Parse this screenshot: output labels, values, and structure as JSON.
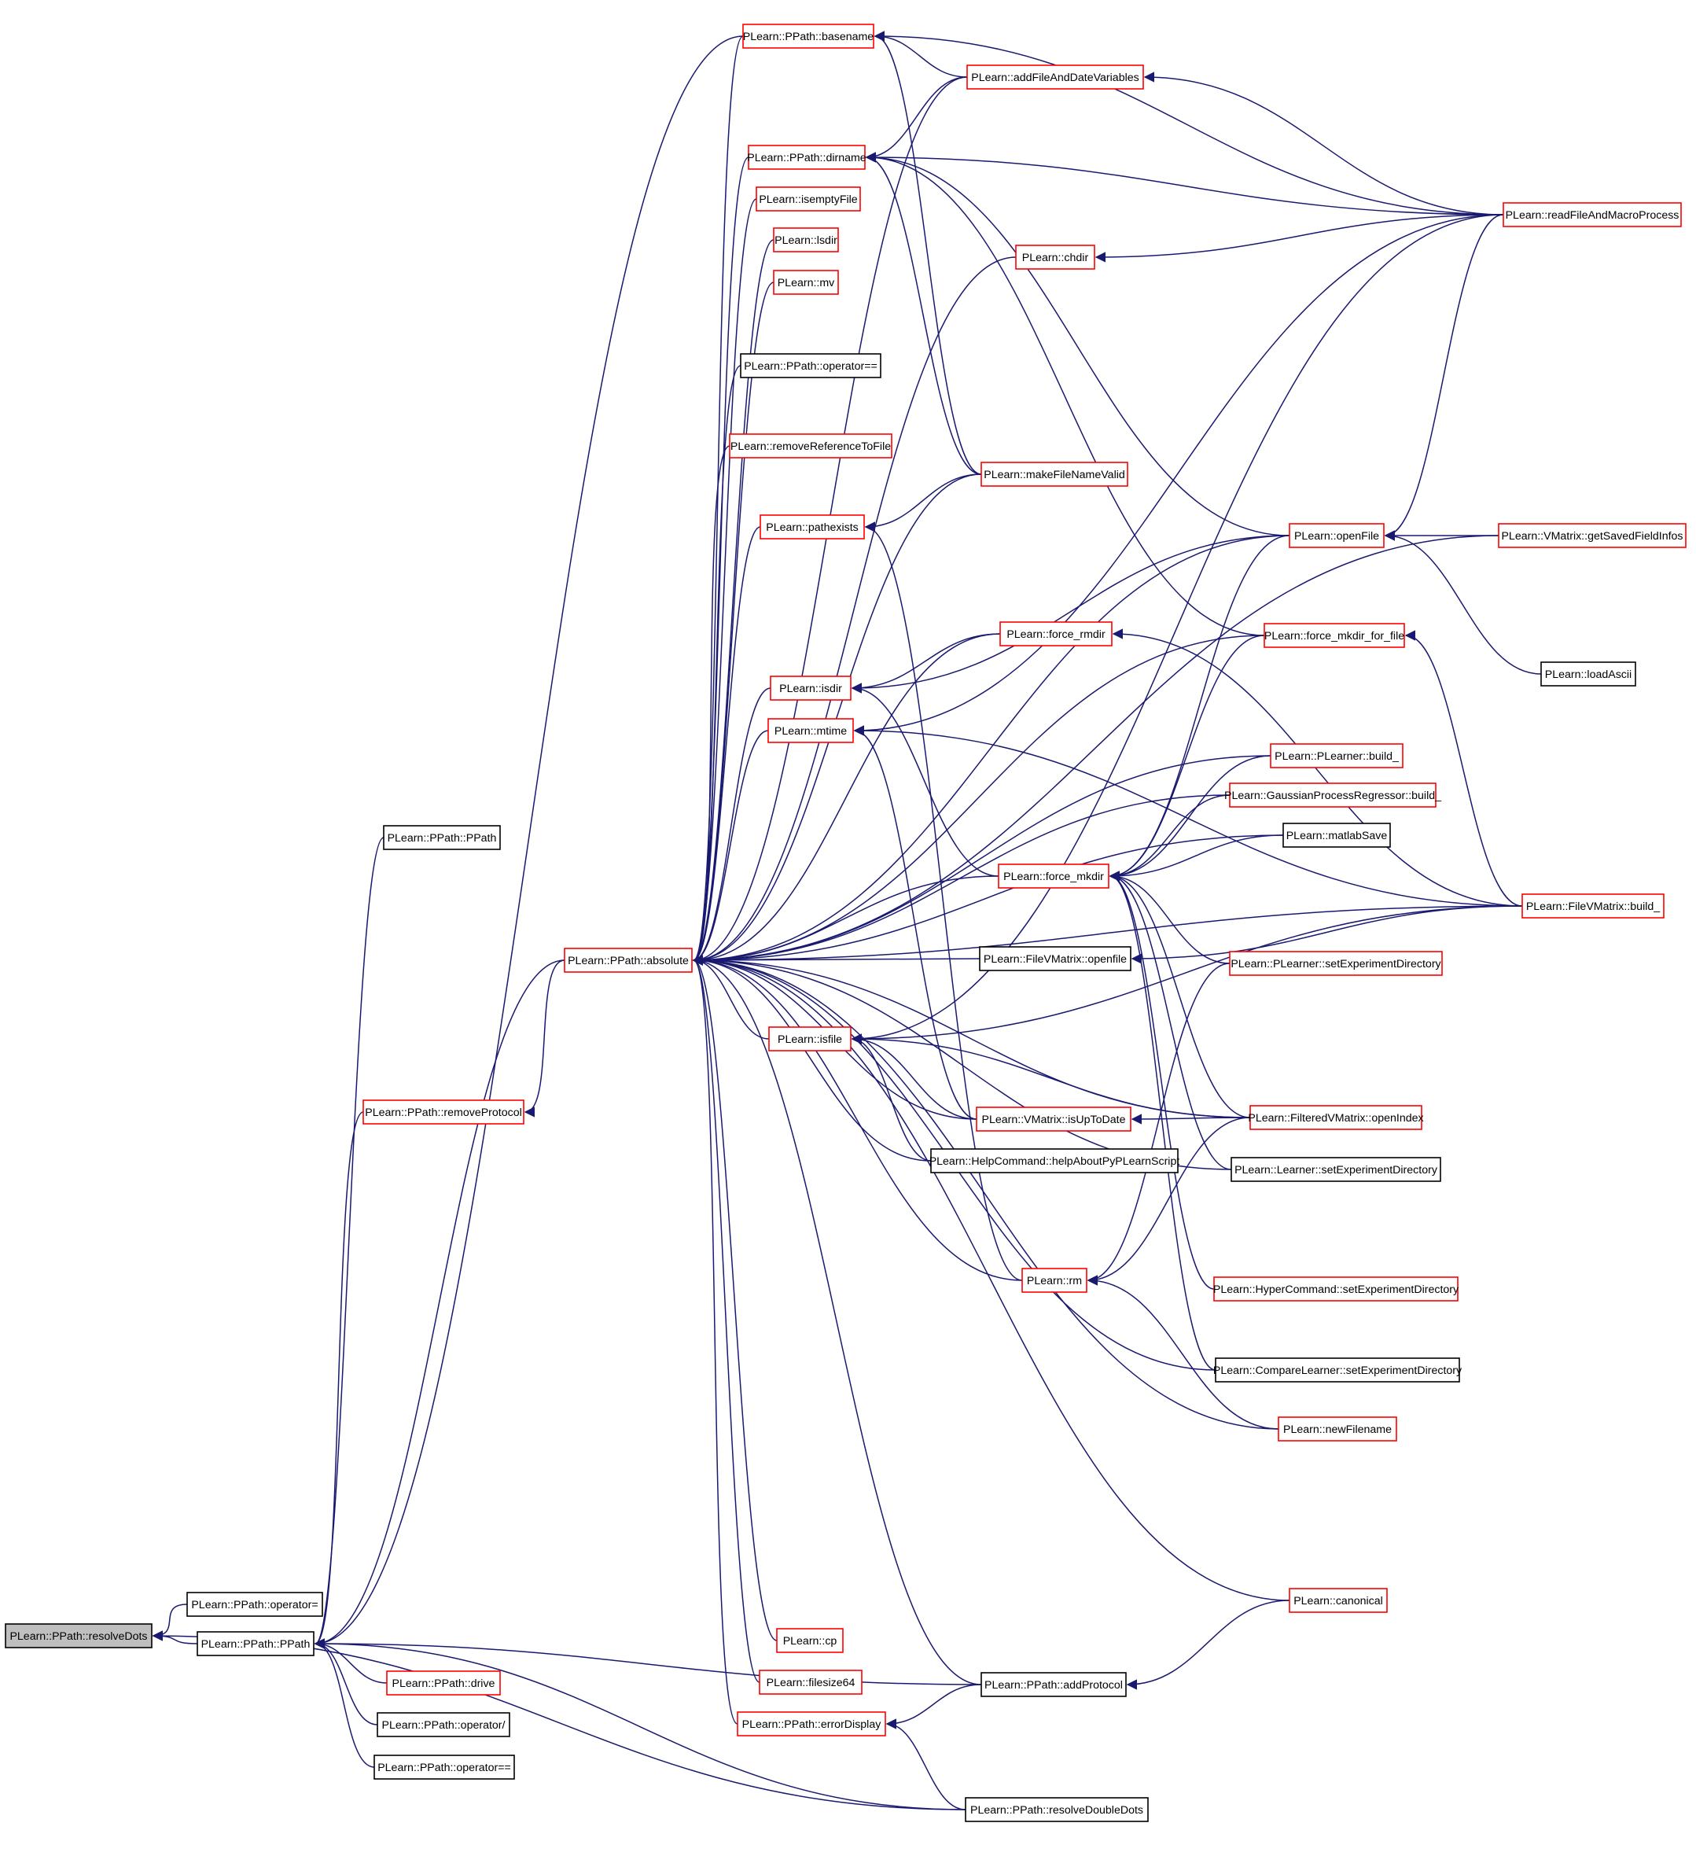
{
  "colors": {
    "edge": "#191970",
    "border_red": "#ff0000",
    "border_black": "#000000",
    "root_fill": "#bfbfbf"
  },
  "nodes": {
    "resolveDots": {
      "label": "PLearn::PPath::resolveDots",
      "border": "black",
      "root": true
    },
    "operatorEq": {
      "label": "PLearn::PPath::operator=",
      "border": "black"
    },
    "PPath_PPath_main": {
      "label": "PLearn::PPath::PPath",
      "border": "black"
    },
    "PPath_PPath_upper": {
      "label": "PLearn::PPath::PPath",
      "border": "black"
    },
    "drive": {
      "label": "PLearn::PPath::drive",
      "border": "red"
    },
    "operatorSlash": {
      "label": "PLearn::PPath::operator/",
      "border": "black"
    },
    "operatorEqEq_low": {
      "label": "PLearn::PPath::operator==",
      "border": "black"
    },
    "resolveDoubleDots": {
      "label": "PLearn::PPath::resolveDoubleDots",
      "border": "black"
    },
    "removeProtocol": {
      "label": "PLearn::PPath::removeProtocol",
      "border": "red"
    },
    "absolute": {
      "label": "PLearn::PPath::absolute",
      "border": "red"
    },
    "basename": {
      "label": "PLearn::PPath::basename",
      "border": "red"
    },
    "dirname": {
      "label": "PLearn::PPath::dirname",
      "border": "red"
    },
    "isemptyFile": {
      "label": "PLearn::isemptyFile",
      "border": "red"
    },
    "lsdir": {
      "label": "PLearn::lsdir",
      "border": "red"
    },
    "mv": {
      "label": "PLearn::mv",
      "border": "red"
    },
    "operatorEqEq_top": {
      "label": "PLearn::PPath::operator==",
      "border": "black"
    },
    "removeReferenceToFile": {
      "label": "PLearn::removeReferenceToFile",
      "border": "red"
    },
    "pathexists": {
      "label": "PLearn::pathexists",
      "border": "red"
    },
    "isdir": {
      "label": "PLearn::isdir",
      "border": "red"
    },
    "mtime": {
      "label": "PLearn::mtime",
      "border": "red"
    },
    "isfile": {
      "label": "PLearn::isfile",
      "border": "red"
    },
    "cp": {
      "label": "PLearn::cp",
      "border": "red"
    },
    "filesize64": {
      "label": "PLearn::filesize64",
      "border": "red"
    },
    "errorDisplay": {
      "label": "PLearn::PPath::errorDisplay",
      "border": "red"
    },
    "addFileAndDateVariables": {
      "label": "PLearn::addFileAndDateVariables",
      "border": "red"
    },
    "chdir": {
      "label": "PLearn::chdir",
      "border": "red"
    },
    "makeFileNameValid": {
      "label": "PLearn::makeFileNameValid",
      "border": "red"
    },
    "force_rmdir": {
      "label": "PLearn::force_rmdir",
      "border": "red"
    },
    "force_mkdir": {
      "label": "PLearn::force_mkdir",
      "border": "red"
    },
    "FileVMatrix_openfile": {
      "label": "PLearn::FileVMatrix::openfile",
      "border": "black"
    },
    "isUpToDate": {
      "label": "PLearn::VMatrix::isUpToDate",
      "border": "red"
    },
    "helpAboutPyPLearnScript": {
      "label": "PLearn::HelpCommand::helpAboutPyPLearnScript",
      "border": "black"
    },
    "rm": {
      "label": "PLearn::rm",
      "border": "red"
    },
    "addProtocol": {
      "label": "PLearn::PPath::addProtocol",
      "border": "black"
    },
    "openFile": {
      "label": "PLearn::openFile",
      "border": "red"
    },
    "force_mkdir_for_file": {
      "label": "PLearn::force_mkdir_for_file",
      "border": "red"
    },
    "PLearner_build_": {
      "label": "PLearn::PLearner::build_",
      "border": "red"
    },
    "GaussianProcessRegressor_build_": {
      "label": "PLearn::GaussianProcessRegressor::build_",
      "border": "red"
    },
    "matlabSave": {
      "label": "PLearn::matlabSave",
      "border": "black"
    },
    "PLearner_setExperimentDirectory": {
      "label": "PLearn::PLearner::setExperimentDirectory",
      "border": "red"
    },
    "FilteredVMatrix_openIndex": {
      "label": "PLearn::FilteredVMatrix::openIndex",
      "border": "red"
    },
    "Learner_setExperimentDirectory": {
      "label": "PLearn::Learner::setExperimentDirectory",
      "border": "black"
    },
    "HyperCommand_setExperimentDirectory": {
      "label": "PLearn::HyperCommand::setExperimentDirectory",
      "border": "red"
    },
    "CompareLearner_setExperimentDirectory": {
      "label": "PLearn::CompareLearner::setExperimentDirectory",
      "border": "black"
    },
    "newFilename": {
      "label": "PLearn::newFilename",
      "border": "red"
    },
    "canonical": {
      "label": "PLearn::canonical",
      "border": "red"
    },
    "readFileAndMacroProcess": {
      "label": "PLearn::readFileAndMacroProcess",
      "border": "red"
    },
    "getSavedFieldInfos": {
      "label": "PLearn::VMatrix::getSavedFieldInfos",
      "border": "red"
    },
    "loadAscii": {
      "label": "PLearn::loadAscii",
      "border": "black"
    },
    "FileVMatrix_build_": {
      "label": "PLearn::FileVMatrix::build_",
      "border": "red"
    }
  },
  "edges": [
    [
      "operatorEq",
      "resolveDots"
    ],
    [
      "PPath_PPath_main",
      "resolveDots"
    ],
    [
      "resolveDoubleDots",
      "resolveDots"
    ],
    [
      "PPath_PPath_upper",
      "PPath_PPath_main"
    ],
    [
      "drive",
      "PPath_PPath_main"
    ],
    [
      "operatorSlash",
      "PPath_PPath_main"
    ],
    [
      "operatorEqEq_low",
      "PPath_PPath_main"
    ],
    [
      "resolveDoubleDots",
      "PPath_PPath_main"
    ],
    [
      "removeProtocol",
      "PPath_PPath_main"
    ],
    [
      "absolute",
      "PPath_PPath_main"
    ],
    [
      "basename",
      "PPath_PPath_main"
    ],
    [
      "addProtocol",
      "PPath_PPath_main"
    ],
    [
      "absolute",
      "removeProtocol"
    ],
    [
      "basename",
      "absolute"
    ],
    [
      "addFileAndDateVariables",
      "absolute"
    ],
    [
      "dirname",
      "absolute"
    ],
    [
      "isemptyFile",
      "absolute"
    ],
    [
      "lsdir",
      "absolute"
    ],
    [
      "mv",
      "absolute"
    ],
    [
      "chdir",
      "absolute"
    ],
    [
      "operatorEqEq_top",
      "absolute"
    ],
    [
      "removeReferenceToFile",
      "absolute"
    ],
    [
      "makeFileNameValid",
      "absolute"
    ],
    [
      "pathexists",
      "absolute"
    ],
    [
      "openFile",
      "absolute"
    ],
    [
      "force_mkdir_for_file",
      "absolute"
    ],
    [
      "force_rmdir",
      "absolute"
    ],
    [
      "isdir",
      "absolute"
    ],
    [
      "mtime",
      "absolute"
    ],
    [
      "PLearner_build_",
      "absolute"
    ],
    [
      "GaussianProcessRegressor_build_",
      "absolute"
    ],
    [
      "matlabSave",
      "absolute"
    ],
    [
      "force_mkdir",
      "absolute"
    ],
    [
      "FileVMatrix_openfile",
      "absolute"
    ],
    [
      "isfile",
      "absolute"
    ],
    [
      "isUpToDate",
      "absolute"
    ],
    [
      "helpAboutPyPLearnScript",
      "absolute"
    ],
    [
      "FilteredVMatrix_openIndex",
      "absolute"
    ],
    [
      "rm",
      "absolute"
    ],
    [
      "Learner_setExperimentDirectory",
      "absolute"
    ],
    [
      "CompareLearner_setExperimentDirectory",
      "absolute"
    ],
    [
      "newFilename",
      "absolute"
    ],
    [
      "getSavedFieldInfos",
      "absolute"
    ],
    [
      "FileVMatrix_build_",
      "absolute"
    ],
    [
      "canonical",
      "absolute"
    ],
    [
      "cp",
      "absolute"
    ],
    [
      "filesize64",
      "absolute"
    ],
    [
      "addProtocol",
      "absolute"
    ],
    [
      "errorDisplay",
      "absolute"
    ],
    [
      "addFileAndDateVariables",
      "basename"
    ],
    [
      "readFileAndMacroProcess",
      "basename"
    ],
    [
      "addFileAndDateVariables",
      "dirname"
    ],
    [
      "readFileAndMacroProcess",
      "dirname"
    ],
    [
      "makeFileNameValid",
      "dirname"
    ],
    [
      "openFile",
      "dirname"
    ],
    [
      "force_mkdir_for_file",
      "dirname"
    ],
    [
      "makeFileNameValid",
      "basename"
    ],
    [
      "readFileAndMacroProcess",
      "addFileAndDateVariables"
    ],
    [
      "readFileAndMacroProcess",
      "chdir"
    ],
    [
      "makeFileNameValid",
      "pathexists"
    ],
    [
      "rm",
      "pathexists"
    ],
    [
      "readFileAndMacroProcess",
      "openFile"
    ],
    [
      "getSavedFieldInfos",
      "openFile"
    ],
    [
      "loadAscii",
      "openFile"
    ],
    [
      "force_rmdir",
      "isdir"
    ],
    [
      "openFile",
      "isdir"
    ],
    [
      "force_mkdir",
      "isdir"
    ],
    [
      "FileVMatrix_build_",
      "force_rmdir"
    ],
    [
      "FileVMatrix_build_",
      "mtime"
    ],
    [
      "readFileAndMacroProcess",
      "mtime"
    ],
    [
      "isUpToDate",
      "mtime"
    ],
    [
      "FileVMatrix_build_",
      "force_mkdir_for_file"
    ],
    [
      "openFile",
      "force_mkdir"
    ],
    [
      "force_mkdir_for_file",
      "force_mkdir"
    ],
    [
      "PLearner_build_",
      "force_mkdir"
    ],
    [
      "GaussianProcessRegressor_build_",
      "force_mkdir"
    ],
    [
      "matlabSave",
      "force_mkdir"
    ],
    [
      "PLearner_setExperimentDirectory",
      "force_mkdir"
    ],
    [
      "FilteredVMatrix_openIndex",
      "force_mkdir"
    ],
    [
      "Learner_setExperimentDirectory",
      "force_mkdir"
    ],
    [
      "HyperCommand_setExperimentDirectory",
      "force_mkdir"
    ],
    [
      "CompareLearner_setExperimentDirectory",
      "force_mkdir"
    ],
    [
      "FileVMatrix_build_",
      "FileVMatrix_openfile"
    ],
    [
      "isUpToDate",
      "isfile"
    ],
    [
      "helpAboutPyPLearnScript",
      "isfile"
    ],
    [
      "FilteredVMatrix_openIndex",
      "isfile"
    ],
    [
      "FileVMatrix_build_",
      "isfile"
    ],
    [
      "readFileAndMacroProcess",
      "isfile"
    ],
    [
      "FilteredVMatrix_openIndex",
      "isUpToDate"
    ],
    [
      "PLearner_setExperimentDirectory",
      "rm"
    ],
    [
      "FilteredVMatrix_openIndex",
      "rm"
    ],
    [
      "newFilename",
      "rm"
    ],
    [
      "canonical",
      "addProtocol"
    ],
    [
      "addProtocol",
      "errorDisplay"
    ],
    [
      "resolveDoubleDots",
      "errorDisplay"
    ]
  ]
}
